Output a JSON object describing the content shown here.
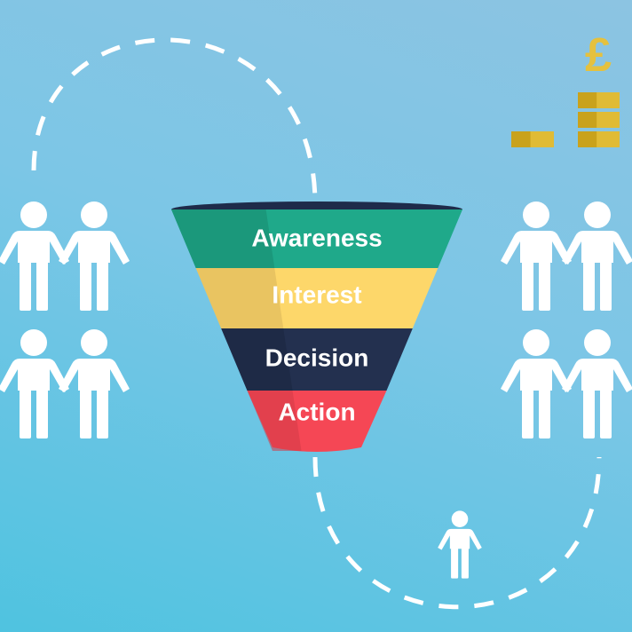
{
  "funnel": {
    "stages": [
      {
        "label": "Awareness",
        "color": "#1fa98a",
        "shade": "#178a70"
      },
      {
        "label": "Interest",
        "color": "#fdd76a",
        "shade": "#d9b55a"
      },
      {
        "label": "Decision",
        "color": "#23304f",
        "shade": "#1b2640"
      },
      {
        "label": "Action",
        "color": "#f54755",
        "shade": "#d23a47"
      }
    ],
    "rim_color": "#1e2b4a"
  },
  "colors": {
    "people": "#ffffff",
    "path": "#ffffff",
    "coins": "#c9a21c",
    "coin_highlight": "#f2cf4a"
  },
  "icons": {
    "currency_symbol": "£",
    "coin_stacks": "coin-stacks-icon",
    "person": "person-icon"
  }
}
